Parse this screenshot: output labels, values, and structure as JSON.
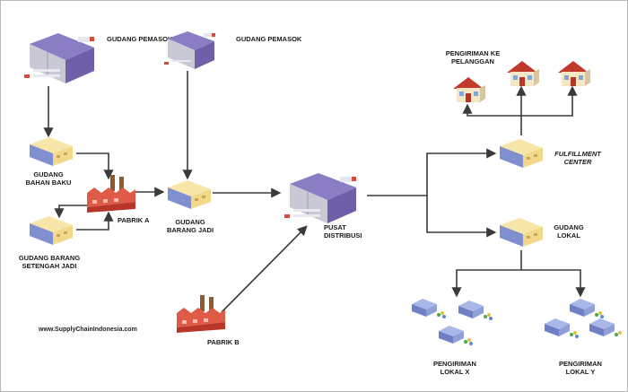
{
  "labels": {
    "gudang_pemasok_1": "GUDANG PEMASOK",
    "gudang_pemasok_2": "GUDANG PEMASOK",
    "gudang_bahan_baku_line1": "GUDANG",
    "gudang_bahan_baku_line2": "BAHAN BAKU",
    "pabrik_a": "PABRIK A",
    "gudang_setengah_jadi_line1": "GUDANG BARANG",
    "gudang_setengah_jadi_line2": "SETENGAH JADI",
    "gudang_barang_jadi_line1": "GUDANG",
    "gudang_barang_jadi_line2": "BARANG JADI",
    "pusat_distribusi_line1": "PUSAT",
    "pusat_distribusi_line2": "DISTRIBUSI",
    "pabrik_b": "PABRIK B",
    "pengiriman_pelanggan_line1": "PENGIRIMAN KE",
    "pengiriman_pelanggan_line2": "PELANGGAN",
    "fulfillment_line1": "FULFILLMENT",
    "fulfillment_line2": "CENTER",
    "gudang_lokal_line1": "GUDANG",
    "gudang_lokal_line2": "LOKAL",
    "lokal_x_line1": "PENGIRIMAN",
    "lokal_x_line2": "LOKAL X",
    "lokal_y_line1": "PENGIRIMAN",
    "lokal_y_line2": "LOKAL Y",
    "watermark": "www.SupplyChainIndonesia.com"
  },
  "colors": {
    "arrow": "#3a3a3a",
    "warehouse_purple": "#6f5fa8",
    "warehouse_grey": "#c9c9d6",
    "box_yellow": "#f2d98a",
    "box_blue": "#7f8fd0",
    "factory_red": "#c0392b",
    "chimney_brown": "#8e5a2e",
    "roof_red": "#c0392b",
    "house_cream": "#f4e7c6"
  }
}
